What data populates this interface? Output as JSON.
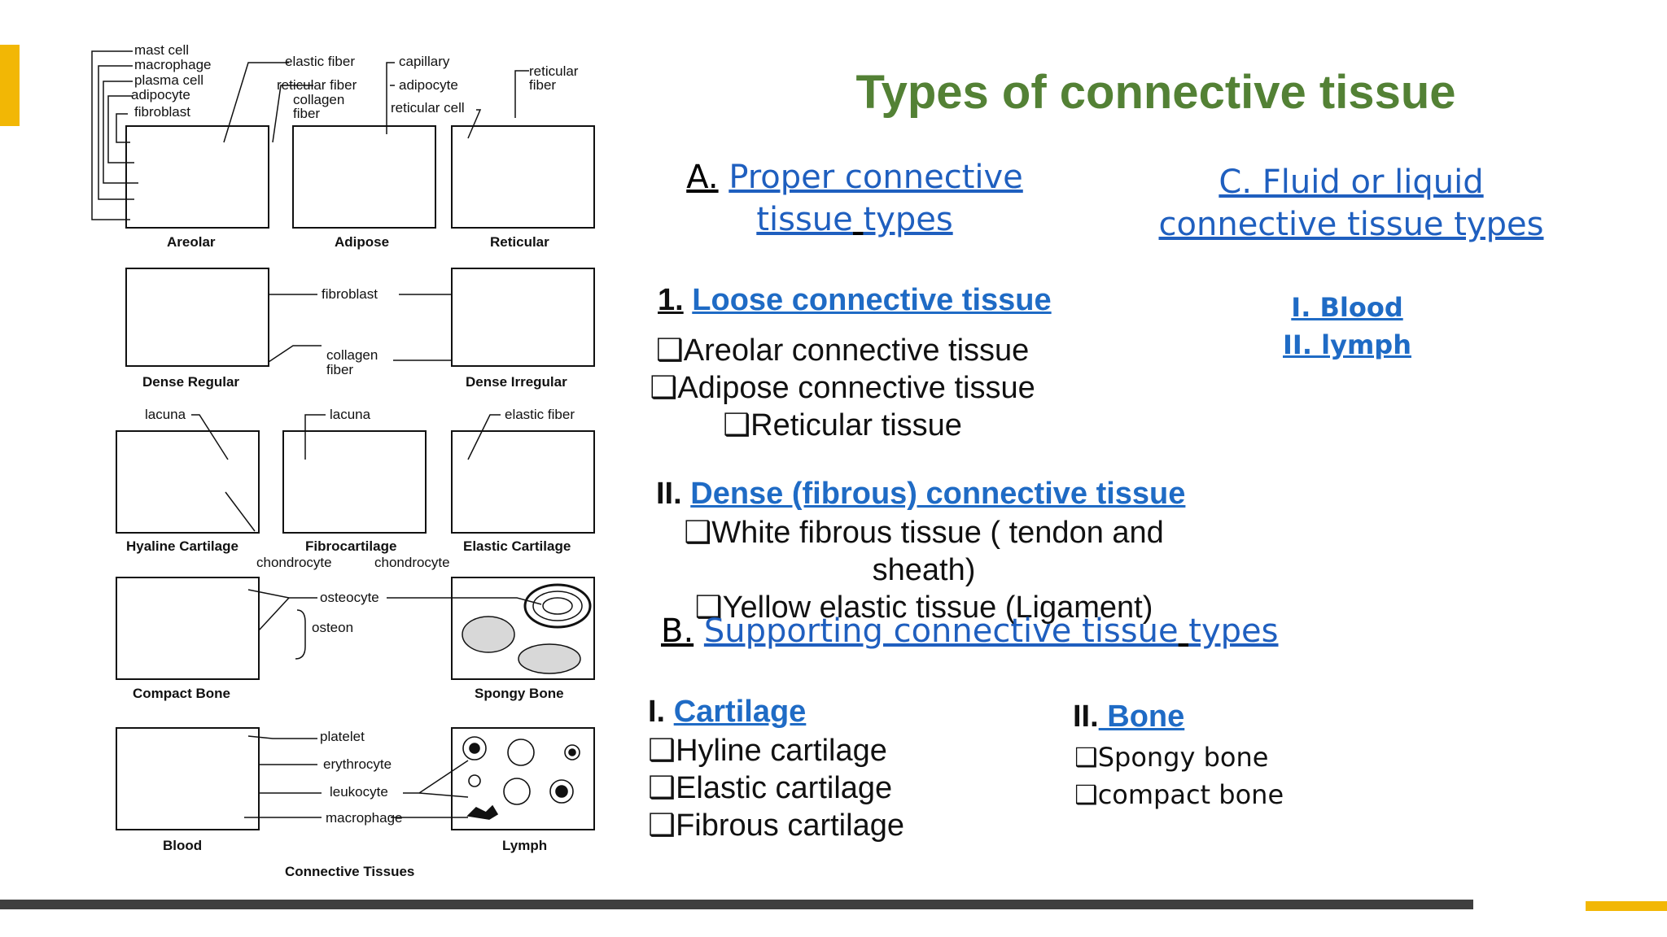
{
  "slide_title": "Types of connective tissue",
  "section_a": {
    "prefix": "A.",
    "label_1": "Proper connective",
    "label_2": "tissue",
    "label_sep": " ",
    "label_3": "types"
  },
  "section_c": {
    "line_1": "C. Fluid or liquid",
    "line_2": "connective tissue types"
  },
  "fluid_items": [
    "I. Blood",
    "II. lymph"
  ],
  "loose": {
    "number": "1.",
    "heading": "Loose connective tissue",
    "items": [
      "❑Areolar connective tissue",
      "❑Adipose connective tissue",
      "❑Reticular tissue"
    ]
  },
  "dense": {
    "number": "II.",
    "heading": "Dense (fibrous) connective tissue",
    "items": [
      "❑White fibrous tissue ( tendon and",
      "sheath)",
      "❑Yellow elastic tissue (Ligament)"
    ]
  },
  "section_b": {
    "prefix": "B.",
    "label": "Supporting connective tissue",
    "sep": " ",
    "suffix": "types"
  },
  "cartilage": {
    "number": "I.",
    "heading": "Cartilage",
    "items": [
      "❑Hyline cartilage",
      "❑Elastic cartilage",
      "❑Fibrous cartilage"
    ]
  },
  "bone": {
    "number": "II.",
    "heading": " Bone",
    "items": [
      "❑Spongy bone",
      "❑compact bone"
    ]
  },
  "figure": {
    "caption": "Connective Tissues",
    "panel_captions": {
      "areolar": "Areolar",
      "adipose": "Adipose",
      "reticular": "Reticular",
      "dense_regular": "Dense Regular",
      "dense_irregular": "Dense Irregular",
      "hyaline": "Hyaline Cartilage",
      "fibro": "Fibrocartilage",
      "elastic": "Elastic Cartilage",
      "compact": "Compact Bone",
      "spongy": "Spongy Bone",
      "blood": "Blood",
      "lymph": "Lymph"
    },
    "labels": {
      "mast_cell": "mast cell",
      "macrophage": "macrophage",
      "plasma_cell": "plasma cell",
      "adipocyte": "adipocyte",
      "fibroblast": "fibroblast",
      "elastic_fiber": "elastic fiber",
      "reticular_fiber": "reticular fiber",
      "collagen_1": "collagen",
      "collagen_2": "fiber",
      "capillary": "capillary",
      "adipocyte2": "adipocyte",
      "reticular_cell": "reticular cell",
      "reticular_fiber_r1": "reticular",
      "reticular_fiber_r2": "fiber",
      "fibroblast2": "fibroblast",
      "collagen_fiber_a": "collagen",
      "collagen_fiber_b": "fiber",
      "lacuna_1": "lacuna",
      "lacuna_2": "lacuna",
      "elastic_fiber2": "elastic fiber",
      "chondrocyte_1": "chondrocyte",
      "chondrocyte_2": "chondrocyte",
      "osteocyte": "osteocyte",
      "osteon": "osteon",
      "platelet": "platelet",
      "erythrocyte": "erythrocyte",
      "leukocyte": "leukocyte",
      "macrophage2": "macrophage"
    }
  },
  "colors": {
    "title_green": "#538135",
    "link_blue": "#1f6bc5",
    "accent_yellow": "#f2b705",
    "bar_dark": "#3f3f3f"
  }
}
